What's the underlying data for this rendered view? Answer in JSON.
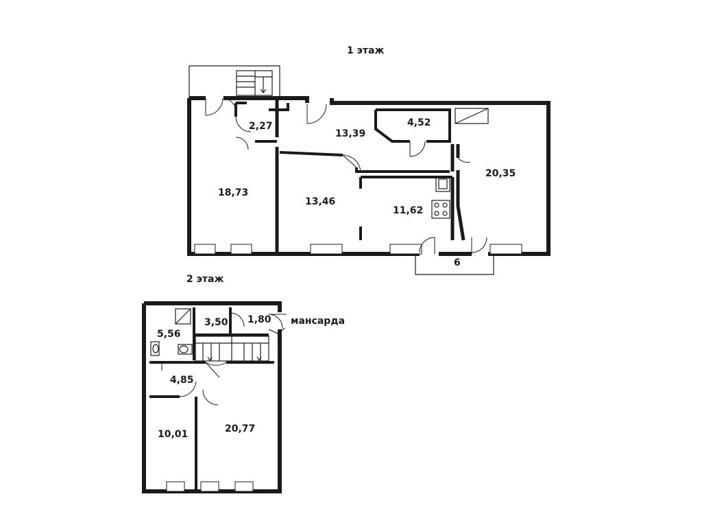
{
  "floors": {
    "first": {
      "title": "1 этаж",
      "rooms": {
        "r1": "18,73",
        "r2": "2,27",
        "r3": "13,39",
        "r4": "4,52",
        "r5": "20,35",
        "r6": "13,46",
        "r7": "11,62",
        "r8": "6"
      }
    },
    "second": {
      "title": "2 этаж",
      "rooms": {
        "r1": "5,56",
        "r2": "3,50",
        "r3": "1,80",
        "r4": "4,85",
        "r5": "10,01",
        "r6": "20,77"
      },
      "attic_label": "мансарда"
    }
  }
}
